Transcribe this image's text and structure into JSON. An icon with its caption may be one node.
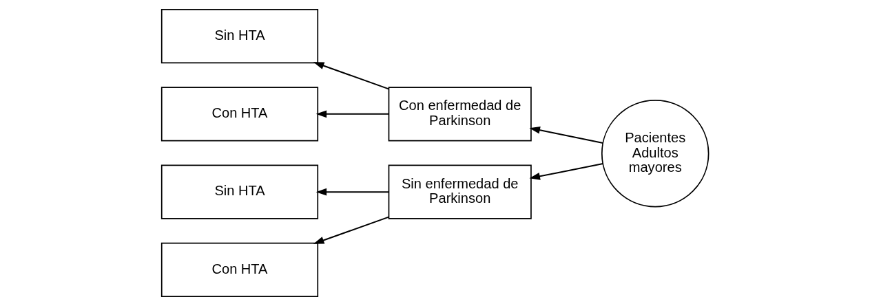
{
  "diagram": {
    "nodes": [
      {
        "text": [
          "Sin HTA"
        ]
      },
      {
        "text": [
          "Con HTA"
        ]
      },
      {
        "text": [
          "Con enfermedad de Parkinson"
        ]
      },
      {
        "text": [
          "Pacientes Adultos mayores"
        ]
      },
      {
        "text": [
          "Sin HTA"
        ]
      },
      {
        "text": [
          "Con HTA"
        ]
      },
      {
        "text": [
          "Sin enfermedad de Parkinson"
        ]
      }
    ],
    "edges": [
      {
        "from": 3,
        "to": 2,
        "arrow": "to"
      },
      {
        "from": 3,
        "to": 6,
        "arrow": "to"
      },
      {
        "from": 2,
        "to": 0,
        "arrow": "to"
      },
      {
        "from": 2,
        "to": 1,
        "arrow": "to"
      },
      {
        "from": 6,
        "to": 4,
        "arrow": "to"
      },
      {
        "from": 6,
        "to": 5,
        "arrow": "to"
      }
    ]
  }
}
